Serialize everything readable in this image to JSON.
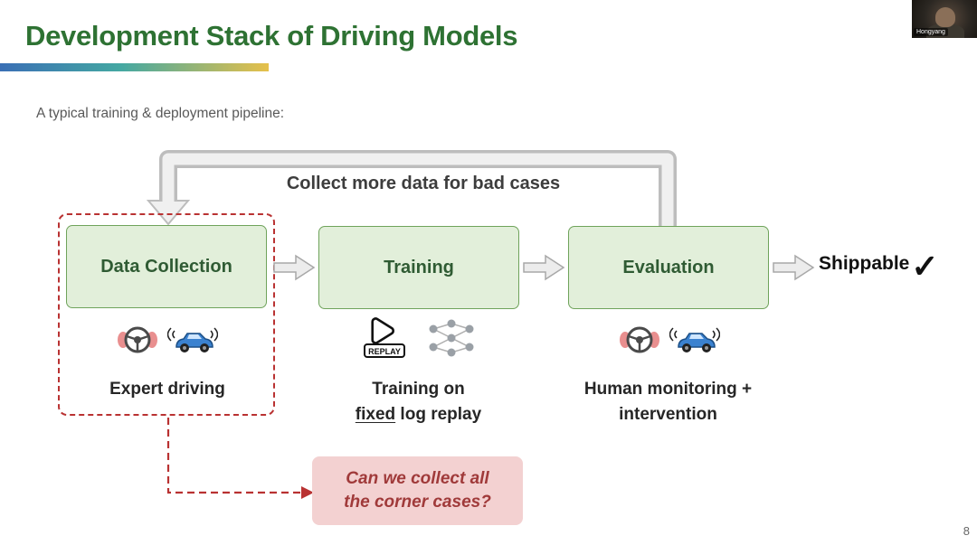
{
  "slide": {
    "title": "Development Stack of Driving Models",
    "subtitle": "A typical training & deployment pipeline:",
    "page_number": "8"
  },
  "webcam": {
    "name": "Hongyang"
  },
  "diagram": {
    "feedback_label": "Collect more data for bad cases",
    "boxes": [
      {
        "label": "Data Collection"
      },
      {
        "label": "Training"
      },
      {
        "label": "Evaluation"
      }
    ],
    "shippable_label": "Shippable",
    "checkmark": "✓",
    "replay_label": "REPLAY",
    "captions": {
      "data_collection": "Expert driving",
      "training_line1": "Training on",
      "training_underlined": "fixed",
      "training_rest": " log replay",
      "evaluation_line1": "Human monitoring +",
      "evaluation_line2": "intervention"
    },
    "question_box": {
      "line1": "Can we collect all",
      "line2": "the corner cases?"
    }
  },
  "colors": {
    "title_green": "#2e7233",
    "bar_start": "#3a6fb5",
    "bar_mid": "#44a8a2",
    "bar_end": "#e6c04a",
    "box_fill": "#e2efda",
    "box_border": "#6fa35b",
    "box_text": "#2f5b33",
    "red": "#b93232",
    "question_fill": "#f3d1d1",
    "question_text": "#a03a3a"
  }
}
